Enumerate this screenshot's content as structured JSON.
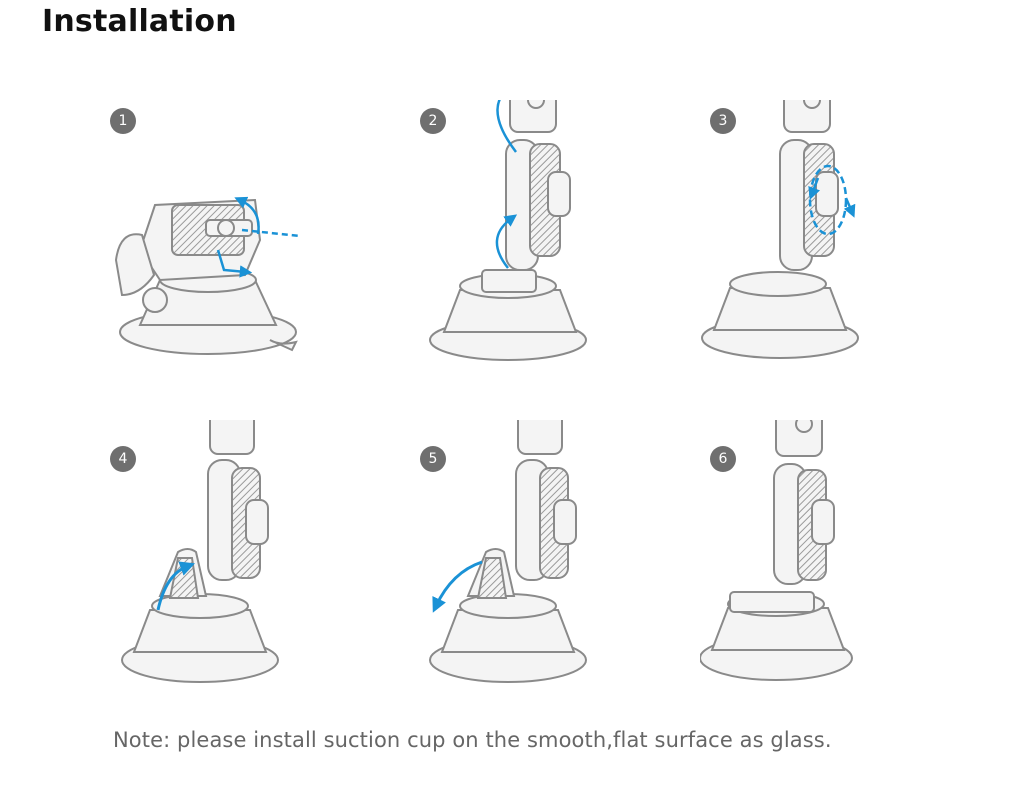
{
  "title": "Installation",
  "steps": [
    {
      "number": "1",
      "arrows": "rotate-bracket-and-insert-pin"
    },
    {
      "number": "2",
      "arrows": "rotate-joints"
    },
    {
      "number": "3",
      "arrows": "tighten-knob"
    },
    {
      "number": "4",
      "arrows": "lift-lever"
    },
    {
      "number": "5",
      "arrows": "press-lever"
    },
    {
      "number": "6",
      "arrows": "none"
    }
  ],
  "note": "Note: please install suction cup on the smooth,flat surface as glass.",
  "colors": {
    "line": "#8a8a8a",
    "fill": "#f4f4f4",
    "accent": "#1a92d6",
    "badge": "#6f6f6f",
    "hatch": "#9a9a9a"
  }
}
